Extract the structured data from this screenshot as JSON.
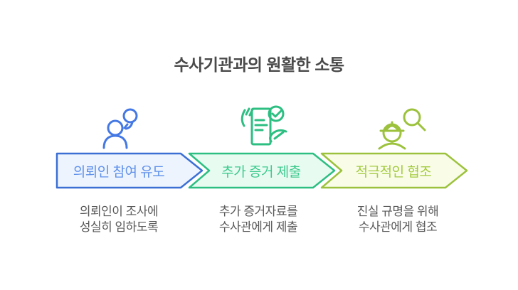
{
  "title": "수사기관과의 원활한 소통",
  "colors": {
    "title_text": "#4a4a4a",
    "description_text": "#595959",
    "step1_border": "#3b6fd4",
    "step1_fill": "#edf4fe",
    "step1_text": "#6091ea",
    "step2_border": "#2dbe82",
    "step2_fill": "#e7fbf1",
    "step2_text": "#3fca8e",
    "step3_border": "#9cc23d",
    "step3_fill": "#f9fde8",
    "step3_text": "#a4ca40"
  },
  "steps": [
    {
      "label": "의뢰인 참여 유도",
      "icon": "consultation-people-icon",
      "desc_line1": "의뢰인이 조사에",
      "desc_line2": "성실히 임하도록"
    },
    {
      "label": "추가 증거 제출",
      "icon": "evidence-document-check-icon",
      "desc_line1": "추가 증거자료를",
      "desc_line2": "수사관에게 제출"
    },
    {
      "label": "적극적인 협조",
      "icon": "investigator-magnifier-icon",
      "desc_line1": "진실 규명을 위해",
      "desc_line2": "수사관에게 협조"
    }
  ]
}
